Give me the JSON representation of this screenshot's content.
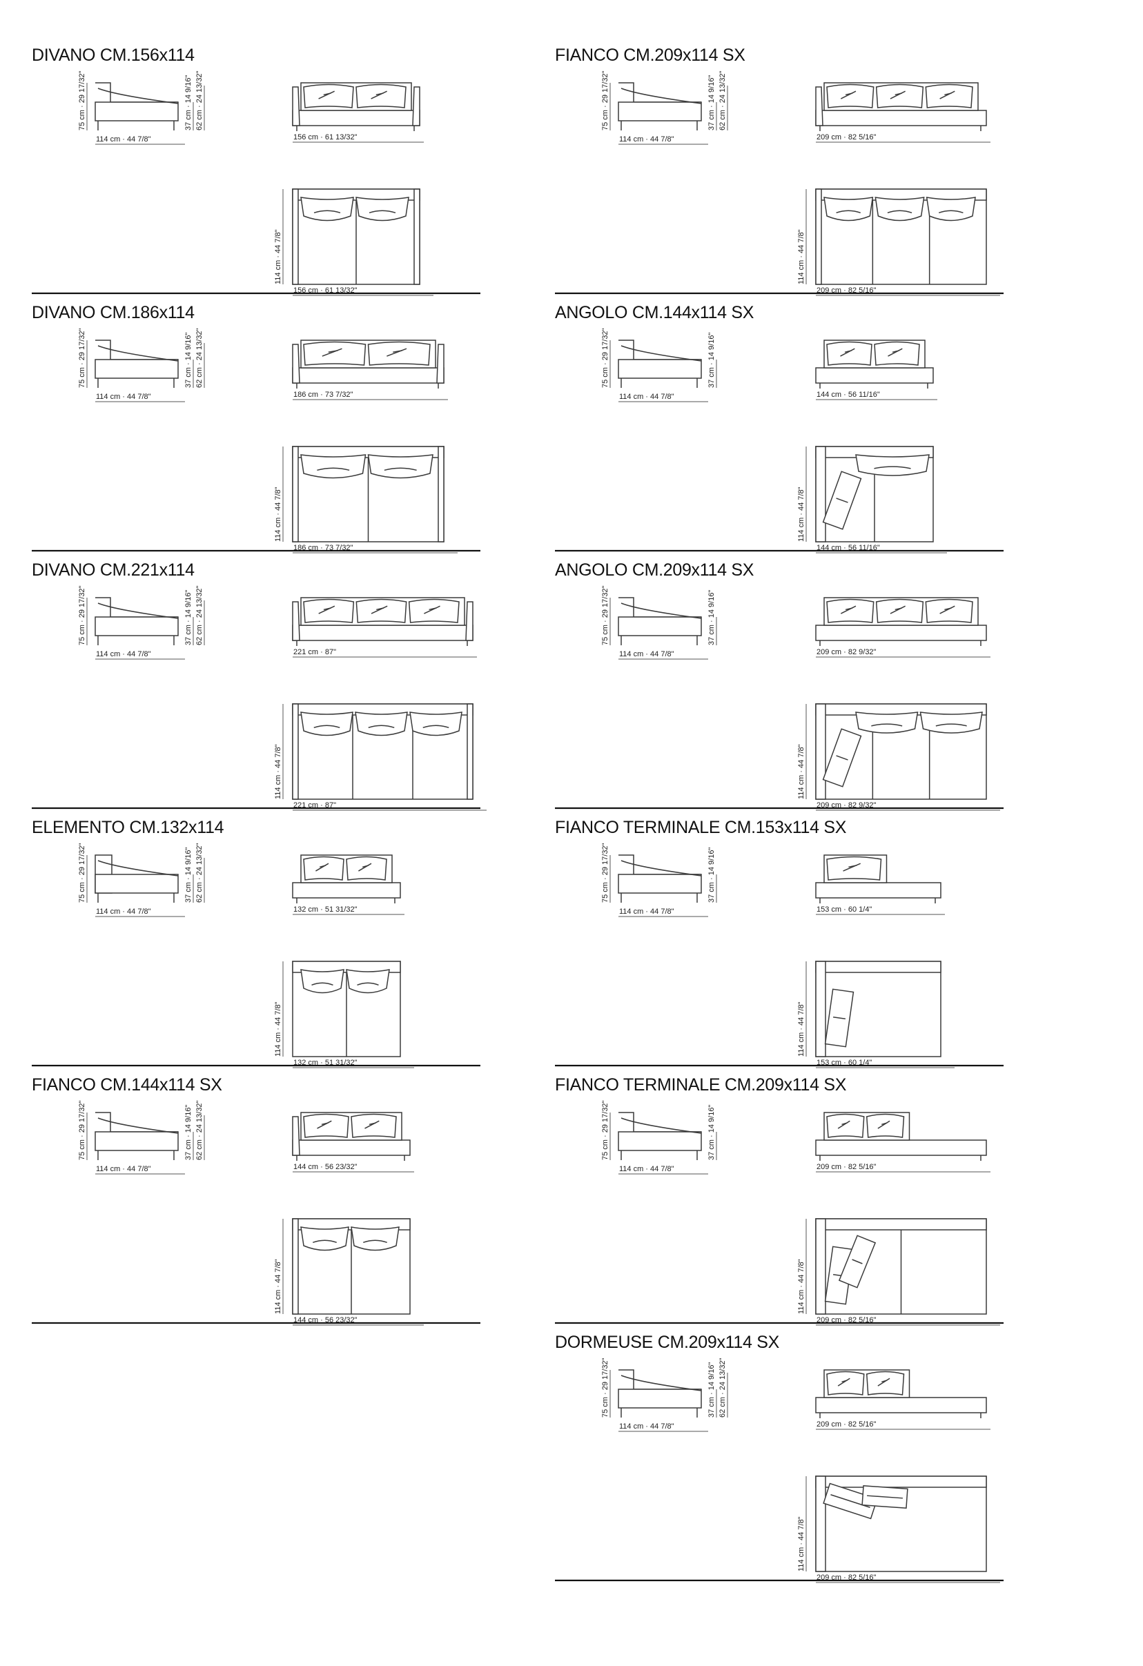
{
  "sheet": {
    "columns": [
      {
        "items": [
          {
            "title": "DIVANO CM.156x114",
            "kind": "sofa",
            "seats": 2,
            "labels": {
              "side_h1": "75 cm · 29 17/32\"",
              "side_h2": "37 cm · 14 9/16\"",
              "side_h3": "62 cm · 24 13/32\"",
              "side_w": "114 cm · 44 7/8\"",
              "front_w": "156 cm · 61 13/32\"",
              "top_d": "114 cm · 44 7/8\"",
              "top_w": "156 cm · 61 13/32\""
            }
          },
          {
            "title": "DIVANO CM.186x114",
            "kind": "sofa",
            "seats": 2,
            "labels": {
              "side_h1": "75 cm · 29 17/32\"",
              "side_h2": "37 cm · 14 9/16\"",
              "side_h3": "62 cm · 24 13/32\"",
              "side_w": "114 cm · 44 7/8\"",
              "front_w": "186 cm · 73 7/32\"",
              "top_d": "114 cm · 44 7/8\"",
              "top_w": "186 cm · 73 7/32\""
            }
          },
          {
            "title": "DIVANO CM.221x114",
            "kind": "sofa",
            "seats": 3,
            "labels": {
              "side_h1": "75 cm · 29 17/32\"",
              "side_h2": "37 cm · 14 9/16\"",
              "side_h3": "62 cm · 24 13/32\"",
              "side_w": "114 cm · 44 7/8\"",
              "front_w": "221 cm · 87\"",
              "top_d": "114 cm · 44 7/8\"",
              "top_w": "221 cm · 87\""
            }
          },
          {
            "title": "ELEMENTO CM.132x114",
            "kind": "element",
            "seats": 2,
            "labels": {
              "side_h1": "75 cm · 29 17/32\"",
              "side_h2": "37 cm · 14 9/16\"",
              "side_h3": "62 cm · 24 13/32\"",
              "side_w": "114 cm · 44 7/8\"",
              "front_w": "132 cm · 51 31/32\"",
              "top_d": "114 cm · 44 7/8\"",
              "top_w": "132 cm · 51 31/32\""
            }
          },
          {
            "title": "FIANCO CM.144x114 SX",
            "kind": "arm",
            "seats": 2,
            "labels": {
              "side_h1": "75 cm · 29 17/32\"",
              "side_h2": "37 cm · 14 9/16\"",
              "side_h3": "62 cm · 24 13/32\"",
              "side_w": "114 cm · 44 7/8\"",
              "front_w": "144 cm · 56 23/32\"",
              "top_d": "114 cm · 44 7/8\"",
              "top_w": "144 cm · 56 23/32\""
            }
          }
        ]
      },
      {
        "items": [
          {
            "title": "FIANCO CM.209x114 SX",
            "kind": "arm",
            "seats": 3,
            "labels": {
              "side_h1": "75 cm · 29 17/32\"",
              "side_h2": "37 cm · 14 9/16\"",
              "side_h3": "62 cm · 24 13/32\"",
              "side_w": "114 cm · 44 7/8\"",
              "front_w": "209 cm · 82 5/16\"",
              "top_d": "114 cm · 44 7/8\"",
              "top_w": "209 cm · 82 5/16\""
            }
          },
          {
            "title": "ANGOLO CM.144x114 SX",
            "kind": "corner",
            "seats": 2,
            "labels": {
              "side_h1": "75 cm · 29 17/32\"",
              "side_h2": "37 cm · 14 9/16\"",
              "side_w": "114 cm · 44 7/8\"",
              "front_w": "144 cm · 56 11/16\"",
              "top_d": "114 cm · 44 7/8\"",
              "top_w": "144 cm · 56 11/16\""
            }
          },
          {
            "title": "ANGOLO CM.209x114 SX",
            "kind": "corner",
            "seats": 3,
            "labels": {
              "side_h1": "75 cm · 29 17/32\"",
              "side_h2": "37 cm · 14 9/16\"",
              "side_w": "114 cm · 44 7/8\"",
              "front_w": "209 cm · 82 9/32\"",
              "top_d": "114 cm · 44 7/8\"",
              "top_w": "209 cm · 82 9/32\""
            }
          },
          {
            "title": "FIANCO TERMINALE CM.153x114 SX",
            "kind": "terminal",
            "seats": 1,
            "labels": {
              "side_h1": "75 cm · 29 17/32\"",
              "side_h2": "37 cm · 14 9/16\"",
              "side_w": "114 cm · 44 7/8\"",
              "front_w": "153 cm · 60 1/4\"",
              "top_d": "114 cm · 44 7/8\"",
              "top_w": "153 cm · 60 1/4\""
            }
          },
          {
            "title": "FIANCO TERMINALE CM.209x114 SX",
            "kind": "terminal",
            "seats": 2,
            "labels": {
              "side_h1": "75 cm · 29 17/32\"",
              "side_h2": "37 cm · 14 9/16\"",
              "side_w": "114 cm · 44 7/8\"",
              "front_w": "209 cm · 82 5/16\"",
              "top_d": "114 cm · 44 7/8\"",
              "top_w": "209 cm · 82 5/16\""
            }
          },
          {
            "title": "DORMEUSE CM.209x114 SX",
            "kind": "dormeuse",
            "seats": 2,
            "labels": {
              "side_h1": "75 cm · 29 17/32\"",
              "side_h2": "37 cm · 14 9/16\"",
              "side_h3": "62 cm · 24 13/32\"",
              "side_w": "114 cm · 44 7/8\"",
              "front_w": "209 cm · 82 5/16\"",
              "top_d": "114 cm · 44 7/8\"",
              "top_w": "209 cm · 82 5/16\""
            }
          }
        ]
      }
    ]
  }
}
